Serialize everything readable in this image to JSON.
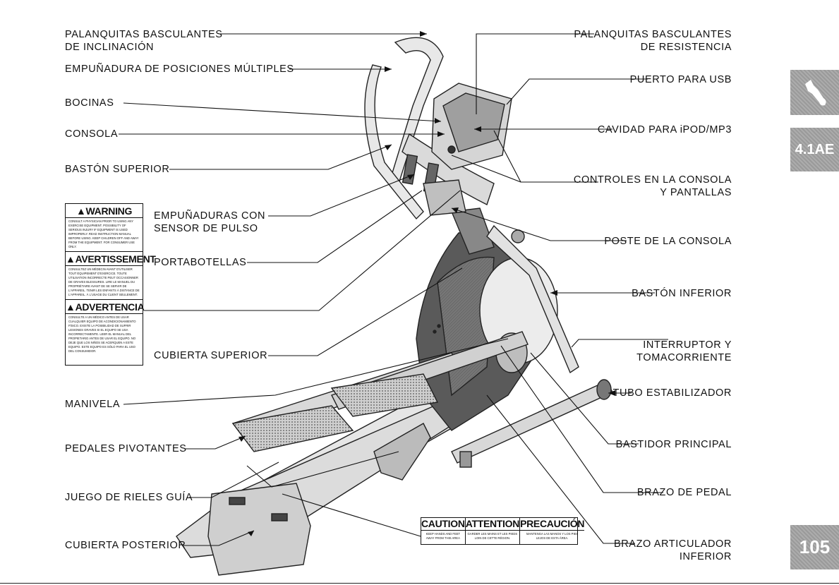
{
  "labels": {
    "palanquitas_inclinacion_1": "PALANQUITAS BASCULANTES",
    "palanquitas_inclinacion_2": "DE INCLINACIÓN",
    "empunadura_posiciones": "EMPUÑADURA DE POSICIONES MÚLTIPLES",
    "bocinas": "BOCINAS",
    "consola": "CONSOLA",
    "baston_superior": "BASTÓN SUPERIOR",
    "empunaduras_sensor_1": "EMPUÑADURAS CON",
    "empunaduras_sensor_2": "SENSOR DE PULSO",
    "portabotellas": "PORTABOTELLAS",
    "cubierta_superior": "CUBIERTA SUPERIOR",
    "manivela": "MANIVELA",
    "pedales_pivotantes": "PEDALES PIVOTANTES",
    "juego_rieles": "JUEGO DE RIELES GUÍA",
    "cubierta_posterior": "CUBIERTA POSTERIOR",
    "palanquitas_resistencia_1": "PALANQUITAS BASCULANTES",
    "palanquitas_resistencia_2": "DE RESISTENCIA",
    "puerto_usb": "PUERTO PARA USB",
    "cavidad_ipod": "CAVIDAD PARA iPOD/MP3",
    "controles_consola_1": "CONTROLES EN LA CONSOLA",
    "controles_consola_2": "Y PANTALLAS",
    "poste_consola": "POSTE DE LA CONSOLA",
    "baston_inferior": "BASTÓN INFERIOR",
    "interruptor_1": "INTERRUPTOR Y",
    "interruptor_2": "TOMACORRIENTE",
    "tubo_estabilizador": "TUBO ESTABILIZADOR",
    "bastidor_principal": "BASTIDOR PRINCIPAL",
    "brazo_pedal": "BRAZO DE PEDAL",
    "brazo_articulador_1": "BRAZO ARTICULADOR",
    "brazo_articulador_2": "INFERIOR"
  },
  "warning": {
    "en_title": "WARNING",
    "en_text": "CONSULT A PHYSICIAN PRIOR TO USING ANY EXERCISE EQUIPMENT. POSSIBILITY OF SERIOUS INJURY IF EQUIPMENT IS USED IMPROPERLY. READ INSTRUCTION MANUAL BEFORE USING. KEEP CHILDREN OFF AND AWAY FROM THE EQUIPMENT. FOR CONSUMER USE ONLY.",
    "fr_title": "AVERTISSEMENT",
    "fr_text": "CONSULTEZ UN MÉDECIN AVANT D'UTILISER TOUT ÉQUIPEMENT D'EXERCICE. TOUTE UTILISATION INCORRECTE PEUT OCCASIONNER DE GRAVES BLESSURES. LIRE LE MANUEL DU PROPRIÉTAIRE AVANT DE SE SERVIR DE L'APPAREIL. TENIR LES ENFANTS À DISTANCE DE L'APPAREIL. À L'USAGE DU CLIENT SEULEMENT.",
    "es_title": "ADVERTENCIA",
    "es_text": "CONSULTE A UN MÉDICO ANTES DE USAR CUALQUIER EQUIPO DE ACONDICIONAMIENTO FÍSICO. EXISTE LA POSIBILIDAD DE SUFRIR LESIONES GRAVES SI EL EQUIPO SE USA INCORRECTAMENTE. LEER EL MANUAL DEL PROPIETARIO ANTES DE USAR EL EQUIPO. NO DEJE QUE LOS NIÑOS SE ACERQUEN A ESTE EQUIPO. ESTE EQUIPO ES SÓLO PARA EL USO DEL CONSUMIDOR."
  },
  "caution": {
    "en_title": "CAUTION",
    "en_text": "KEEP HANDS AND FEET AWAY FROM THIS AREA",
    "fr_title": "ATTENTION",
    "fr_text": "GARDER LES MAINS ET LES PIEDS LOIN DE CETTE RÉGION.",
    "es_title": "PRECAUCIÓN",
    "es_text": "MANTENGA LAS MANOS Y LOS PIES LEJOS DE ESTA ÁREA."
  },
  "tabs": {
    "tool_icon": "wrench-icon",
    "section": "4.1AE",
    "page_number": "105"
  },
  "colors": {
    "tab_gray": "#9a9a9a",
    "line": "#111111",
    "machine_dark": "#5a5a5a",
    "machine_light": "#e6e6e6"
  }
}
